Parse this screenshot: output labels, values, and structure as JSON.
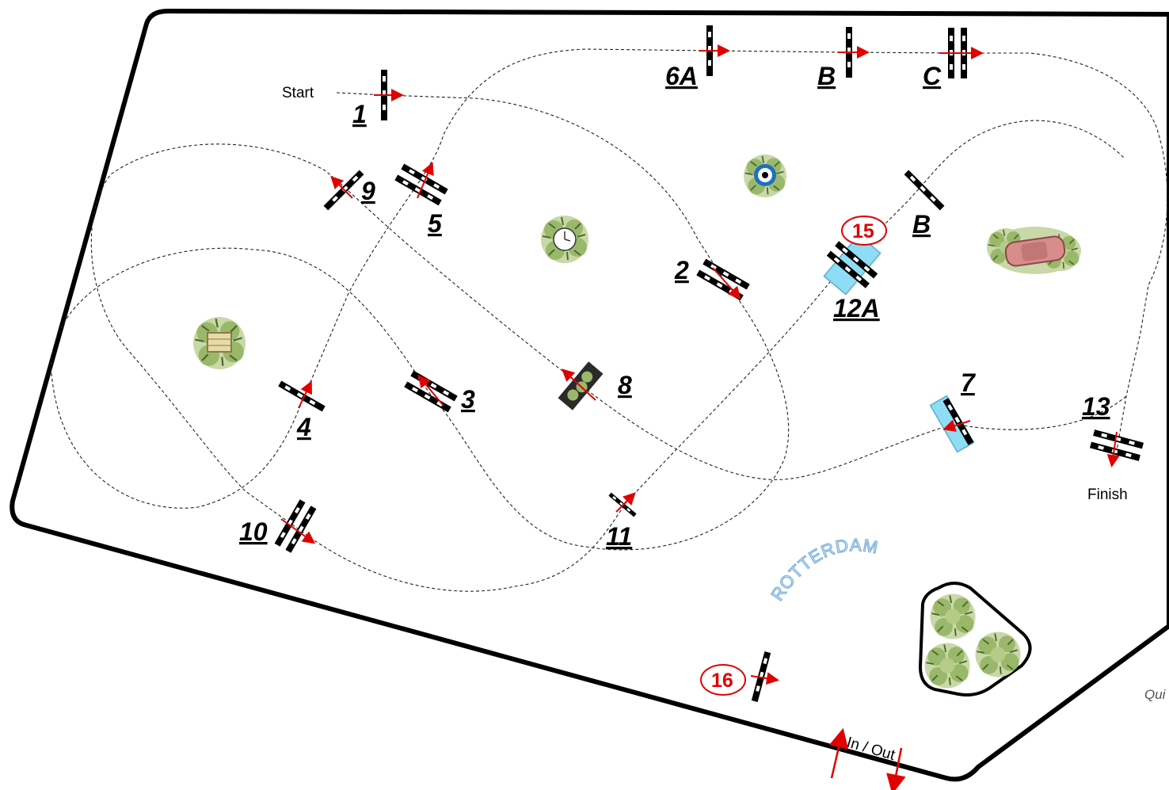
{
  "labels": {
    "start": "Start",
    "finish": "Finish",
    "in_out": "In / Out",
    "rotterdam": "ROTTERDAM",
    "corner_text": "Qui"
  },
  "obstacles": [
    {
      "id": "1"
    },
    {
      "id": "6A"
    },
    {
      "id": "B"
    },
    {
      "id": "C"
    },
    {
      "id": "9"
    },
    {
      "id": "5"
    },
    {
      "id": "B"
    },
    {
      "id": "2"
    },
    {
      "id": "12A"
    },
    {
      "id": "8"
    },
    {
      "id": "3"
    },
    {
      "id": "4"
    },
    {
      "id": "7"
    },
    {
      "id": "13"
    },
    {
      "id": "10"
    },
    {
      "id": "11"
    }
  ],
  "circled_numbers": [
    {
      "id": "15"
    },
    {
      "id": "16"
    }
  ],
  "colors": {
    "arrow": "#e00000",
    "border": "#000000",
    "water": "#7fd4f0",
    "foliage": "#9ab86a"
  }
}
